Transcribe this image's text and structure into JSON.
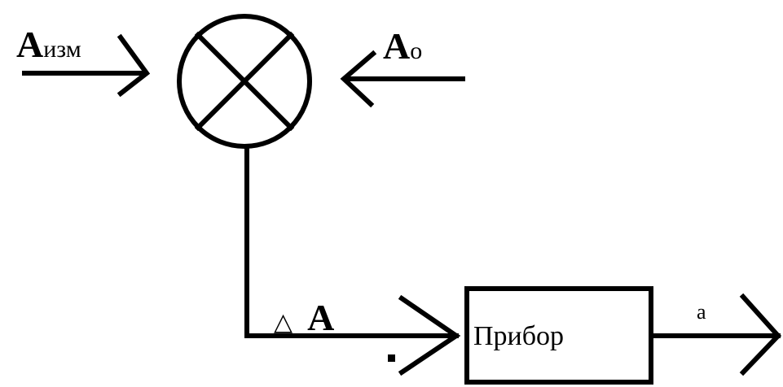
{
  "labels": {
    "input_measured_main": "A",
    "input_measured_sub": "изм",
    "input_reference_main": "A",
    "input_reference_sub": "o",
    "difference_symbol": "△",
    "difference_main": "A",
    "device": "Прибор",
    "output": "a"
  }
}
